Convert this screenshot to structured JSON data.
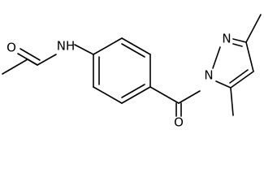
{
  "atoms": {
    "amide_oxygen": "O",
    "amide_nitrogen": "NH",
    "ketone_oxygen": "O",
    "pyrazole_n1": "N",
    "pyrazole_n2": "N"
  }
}
